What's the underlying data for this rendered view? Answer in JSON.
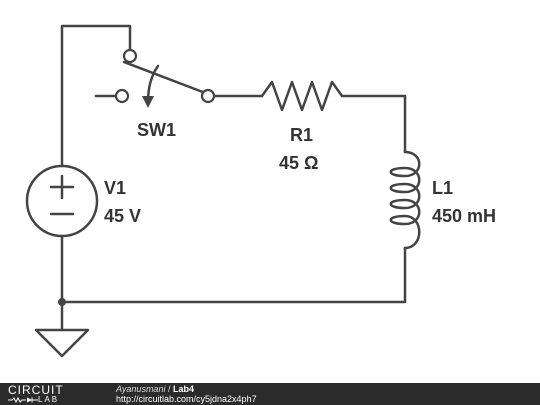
{
  "schematic": {
    "switch": {
      "name": "SW1"
    },
    "resistor": {
      "name": "R1",
      "value": "45 Ω"
    },
    "inductor": {
      "name": "L1",
      "value": "450 mH"
    },
    "source": {
      "name": "V1",
      "value": "45 V"
    },
    "ground_icon": "ground-icon"
  },
  "footer": {
    "logo_top": "CIRCUIT",
    "logo_bottom": "LAB",
    "user": "Ayanusmani",
    "separator": " / ",
    "project": "Lab4",
    "url": "http://circuitlab.com/cy5jdna2x4ph7"
  },
  "colors": {
    "wire": "#444444",
    "text": "#333333",
    "footer_bg": "#2b2b2b"
  }
}
